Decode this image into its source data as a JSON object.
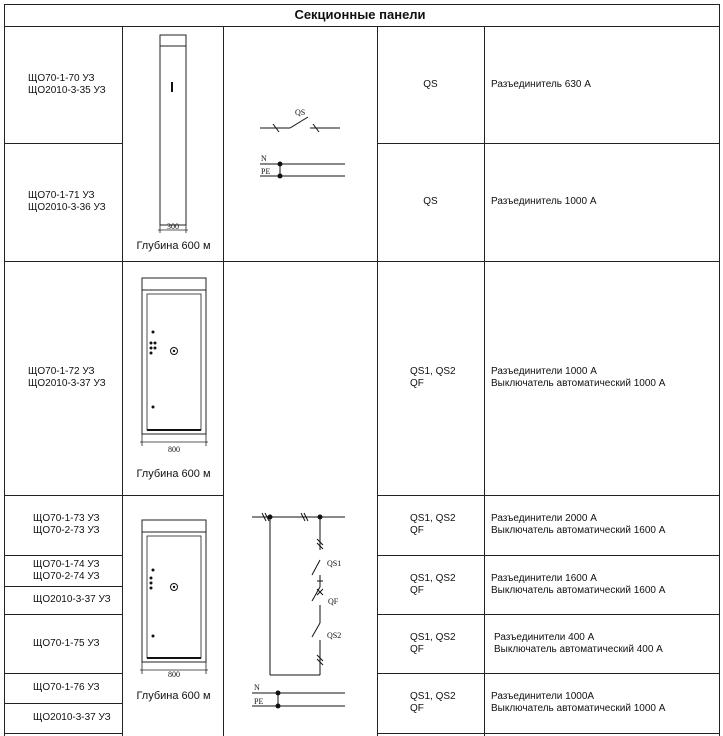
{
  "title": "Секционные панели",
  "depth_caption": "Глубина 600 м",
  "rows": [
    {
      "models": [
        "ЩО70-1-70 УЗ",
        "ЩО2010-3-35 УЗ"
      ],
      "code": [
        "QS"
      ],
      "desc": [
        "Разъединитель 630 А"
      ]
    },
    {
      "models": [
        "ЩО70-1-71 УЗ",
        "ЩО2010-3-36 УЗ"
      ],
      "code": [
        "QS"
      ],
      "desc": [
        "Разъединитель 1000 А"
      ]
    },
    {
      "models": [
        "ЩО70-1-72 УЗ",
        "ЩО2010-3-37 УЗ"
      ],
      "code": [
        "QS1, QS2",
        "QF"
      ],
      "desc": [
        "Разъединители 1000 А",
        "Выключатель автоматический 1000 А"
      ]
    },
    {
      "models": [
        "ЩО70-1-73 УЗ",
        "ЩО70-2-73 УЗ"
      ],
      "code": [
        "QS1, QS2",
        "QF"
      ],
      "desc": [
        "Разъединители 2000 А",
        "Выключатель автоматический 1600 А"
      ]
    },
    {
      "models": [
        "ЩО70-1-74 УЗ",
        "ЩО70-2-74 УЗ"
      ],
      "models_b": [
        "ЩО2010-3-37 УЗ"
      ],
      "code": [
        "QS1, QS2",
        "QF"
      ],
      "desc": [
        "Разъединители 1600 А",
        "Выключатель автоматический 1600 А"
      ]
    },
    {
      "models": [
        "ЩО70-1-75 УЗ"
      ],
      "code": [
        "QS1, QS2",
        "QF"
      ],
      "desc": [
        "Разъединители 400 А",
        "Выключатель автоматический 400 А"
      ]
    },
    {
      "models": [
        "ЩО70-1-76 УЗ"
      ],
      "models_b": [
        "ЩО2010-3-37 УЗ"
      ],
      "code": [
        "QS1, QS2",
        "QF"
      ],
      "desc": [
        "Разъединители 1000А",
        "Выключатель автоматический 1000 А"
      ]
    }
  ],
  "drawings": {
    "narrow_width": "300",
    "wide_width": "800",
    "wide_width_2": "800"
  },
  "schematics": {
    "qs_label": "QS",
    "n_label": "N",
    "pe_label": "PE",
    "qs1_label": "QS1",
    "qf_label": "QF",
    "qs2_label": "QS2",
    "n_label_2": "N",
    "pe_label_2": "PE"
  }
}
